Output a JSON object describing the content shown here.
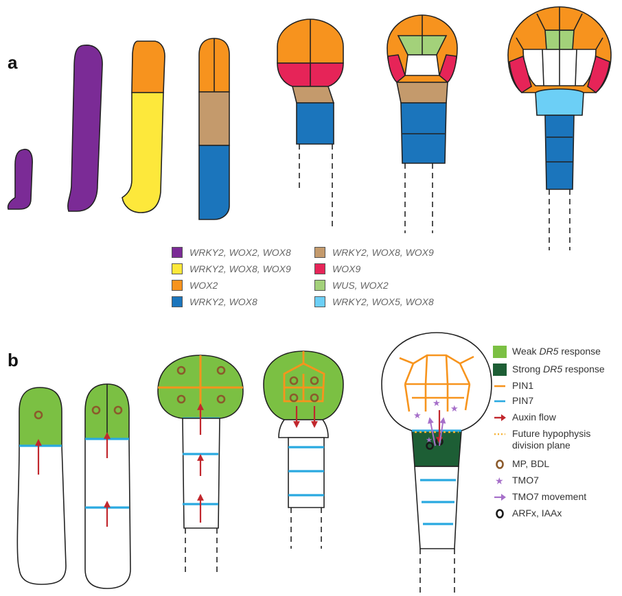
{
  "panels": {
    "a": "a",
    "b": "b"
  },
  "colors": {
    "purple": "#7b2b96",
    "yellow": "#fde83b",
    "orange": "#f7931e",
    "blue": "#1b75bc",
    "tan": "#c49a6c",
    "red": "#e62458",
    "lightgreen": "#a3d17a",
    "lightblue": "#6ccff6",
    "weakDR5": "#7bc043",
    "strongDR5": "#1d5e35",
    "pin1": "#f7941d",
    "pin7": "#29a9e0",
    "auxin": "#c1272d",
    "mpbdl": "#8b5a2b",
    "tmo7": "#a66fc9",
    "arfx": "#1a1a1a"
  },
  "legend_a": [
    {
      "label": "WRKY2, WOX2, WOX8",
      "color": "#7b2b96"
    },
    {
      "label": "WRKY2, WOX8, WOX9",
      "color": "#fde83b"
    },
    {
      "label": "WOX2",
      "color": "#f7931e"
    },
    {
      "label": "WRKY2, WOX8",
      "color": "#1b75bc"
    },
    {
      "label": "WRKY2, WOX8, WOX9",
      "color": "#c49a6c"
    },
    {
      "label": "WOX9",
      "color": "#e62458"
    },
    {
      "label": "WUS, WOX2",
      "color": "#a3d17a"
    },
    {
      "label": "WRKY2, WOX5, WOX8",
      "color": "#6ccff6"
    }
  ],
  "legend_b": {
    "weak": {
      "pre": "Weak ",
      "em": "DR5",
      "post": " response"
    },
    "strong": {
      "pre": "Strong ",
      "em": "DR5",
      "post": " response"
    },
    "pin1": "PIN1",
    "pin7": "PIN7",
    "auxin": "Auxin flow",
    "future_line1": "Future hypophysis",
    "future_line2": "division plane",
    "mpbdl": "MP, BDL",
    "tmo7": "TMO7",
    "tmo7move": "TMO7 movement",
    "arfx": "ARFx, IAAx"
  }
}
